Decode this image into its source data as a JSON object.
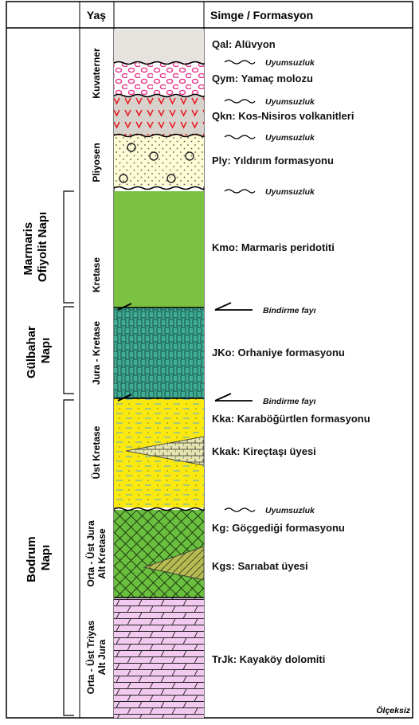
{
  "header": {
    "age_title": "Yaş",
    "unit_title": "Simge / Formasyon"
  },
  "napes": [
    "Marmaris Ofiyolit Napı",
    "Gülbahar Napı",
    "Bodrum Napı"
  ],
  "ages": [
    "Kuvaterner",
    "Pliyosen",
    "Kretase",
    "Jura - Kretase",
    "Üst Kretase",
    "Orta - Üst Jura Alt Kretase",
    "Orta - Üst Triyas Alt Jura"
  ],
  "units": [
    "Qal: Alüvyon",
    "Qym: Yamaç molozu",
    "Qkn: Kos-Nisiros volkanitleri",
    "Ply: Yıldırım formasyonu",
    "Kmo: Marmaris peridotiti",
    "JKo: Orhaniye formasyonu",
    "Kka: Karaböğürtlen formasyonu",
    "Kkak: Kireçtaşı üyesi",
    "Kg: Göçgediği formasyonu",
    "Kgs: Sarıabat üyesi",
    "TrJk: Kayaköy dolomiti"
  ],
  "contacts": {
    "unconformity": "Uyumsuzluk",
    "thrust": "Bindirme fayı"
  },
  "scale_note": "Ölçeksiz"
}
